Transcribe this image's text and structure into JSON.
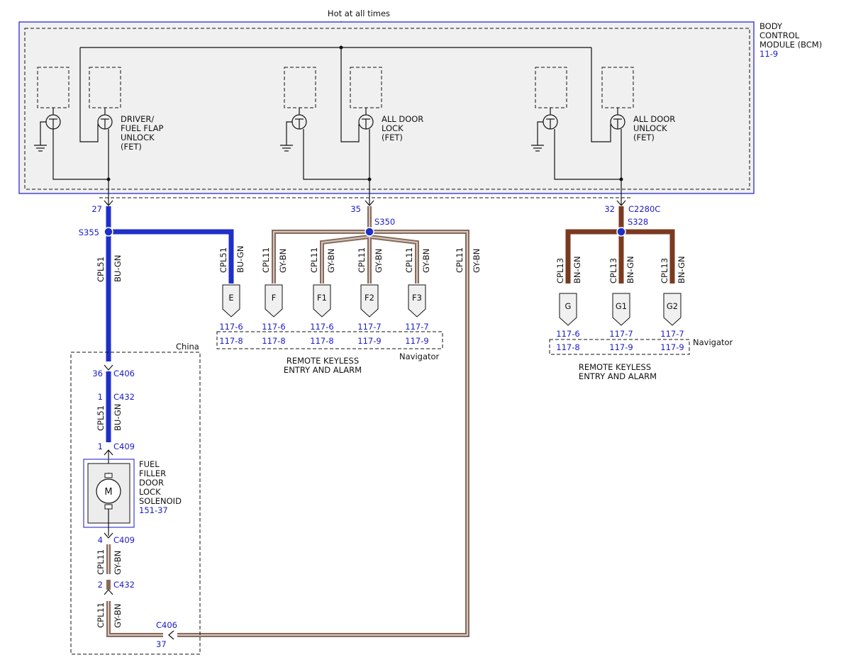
{
  "hot_label": "Hot at all times",
  "bcm": {
    "line1": "BODY",
    "line2": "CONTROL",
    "line3": "MODULE (BCM)",
    "ref": "11-9"
  },
  "fet_driver": {
    "line1": "DRIVER/",
    "line2": "FUEL FLAP",
    "line3": "UNLOCK",
    "line4": "(FET)"
  },
  "fet_lock": {
    "line1": "ALL DOOR",
    "line2": "LOCK",
    "line3": "(FET)"
  },
  "fet_unlock": {
    "line1": "ALL DOOR",
    "line2": "UNLOCK",
    "line3": "(FET)"
  },
  "pins": {
    "p27": "27",
    "p35": "35",
    "p32": "32",
    "c2280c": "C2280C"
  },
  "splices": {
    "s355": "S355",
    "s350": "S350",
    "s328": "S328"
  },
  "circuits": {
    "cpl51": "CPL51",
    "bugn": "BU-GN",
    "cpl11": "CPL11",
    "gybn": "GY-BN",
    "cpl13": "CPL13",
    "bngn": "BN-GN"
  },
  "rke_left": {
    "connectors": [
      "E",
      "F",
      "F1",
      "F2",
      "F3"
    ],
    "refs_top": [
      "117-6",
      "117-6",
      "117-6",
      "117-7",
      "117-7"
    ],
    "refs_bottom": [
      "117-8",
      "117-8",
      "117-8",
      "117-9",
      "117-9"
    ],
    "navigator": "Navigator",
    "title1": "REMOTE KEYLESS",
    "title2": "ENTRY AND ALARM"
  },
  "rke_right": {
    "connectors": [
      "G",
      "G1",
      "G2"
    ],
    "refs_top": [
      "117-6",
      "117-7",
      "117-7"
    ],
    "refs_bottom": [
      "117-8",
      "117-9",
      "117-9"
    ],
    "navigator": "Navigator",
    "title1": "REMOTE KEYLESS",
    "title2": "ENTRY AND ALARM"
  },
  "china": {
    "label": "China",
    "c406_pin_top": "36",
    "c406": "C406",
    "c432_pin_top": "1",
    "c432": "C432",
    "c409_pin_top": "1",
    "c409": "C409",
    "c409_pin_bottom": "4",
    "c432_pin_bottom": "2",
    "c406_bottom": "C406",
    "c406_pin_bottom": "37"
  },
  "solenoid": {
    "line1": "FUEL",
    "line2": "FILLER",
    "line3": "DOOR",
    "line4": "LOCK",
    "line5": "SOLENOID",
    "ref": "151-37",
    "motor": "M"
  },
  "colors": {
    "bu_gn": "#1f2fc8",
    "gy_bn": "#8a6a5a",
    "bn_gn": "#7a3a20",
    "module_border": "#3b3bd9",
    "ref_text": "#1a1acc"
  }
}
